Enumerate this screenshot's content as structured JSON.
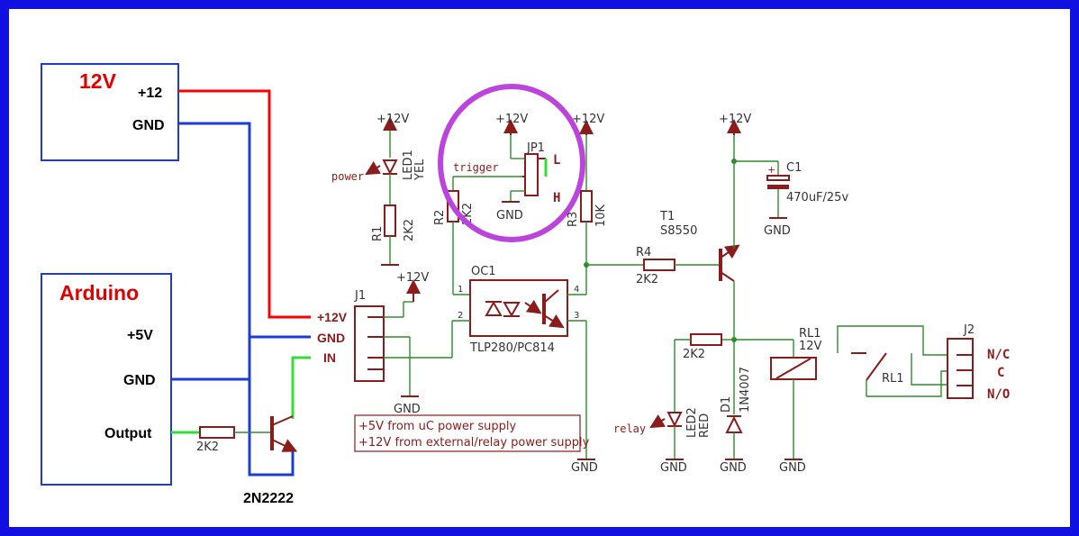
{
  "colors": {
    "border": "#1010e0",
    "wire": "#2e8b2e",
    "component": "#8a1c1c",
    "red_wire": "#ff0000",
    "blue_wire": "#1c3cd8",
    "green_wire": "#33dd33",
    "highlight": "#bb44dd"
  },
  "blocks": {
    "power": {
      "title": "12V",
      "pin_plus": "+12",
      "pin_gnd": "GND"
    },
    "arduino": {
      "title": "Arduino",
      "pin_5v": "+5V",
      "pin_gnd": "GND",
      "pin_output": "Output"
    }
  },
  "left_transistor": {
    "resistor": "2K2",
    "name": "2N2222"
  },
  "labels": {
    "vcc": "+12V",
    "gnd": "GND",
    "power_led": "power",
    "led1_name": "LED1",
    "led1_color": "YEL",
    "r1_name": "R1",
    "r1_value": "2K2",
    "r2_name": "R2",
    "r2_value": "2K2",
    "trigger": "trigger",
    "jp1": "JP1",
    "jp_l": "L",
    "jp_h": "H",
    "r3_name": "R3",
    "r3_value": "10K",
    "c1_name": "C1",
    "c1_value": "470uF/25v",
    "t1_name": "T1",
    "t1_part": "S8550",
    "r4_name": "R4",
    "r4_value": "2K2",
    "oc1_name": "OC1",
    "oc1_part": "TLP280/PC814",
    "j1_name": "J1",
    "j1_pin_12v": "+12V",
    "j1_pin_gnd": "GND",
    "j1_pin_in": "IN",
    "pin1": "1",
    "pin2": "2",
    "pin3": "3",
    "pin4": "4",
    "r5_value": "2K2",
    "relay_led": "relay",
    "led2_name": "LED2",
    "led2_color": "RED",
    "d1_name": "D1",
    "d1_part": "1N4007",
    "rl1_name": "RL1",
    "rl1_voltage": "12V",
    "rl1_switch": "RL1",
    "j2_name": "J2",
    "nc": "N/C",
    "c": "C",
    "no": "N/O"
  },
  "note": {
    "line1": "+5V from uC power supply",
    "line2": "+12V from external/relay power supply"
  }
}
